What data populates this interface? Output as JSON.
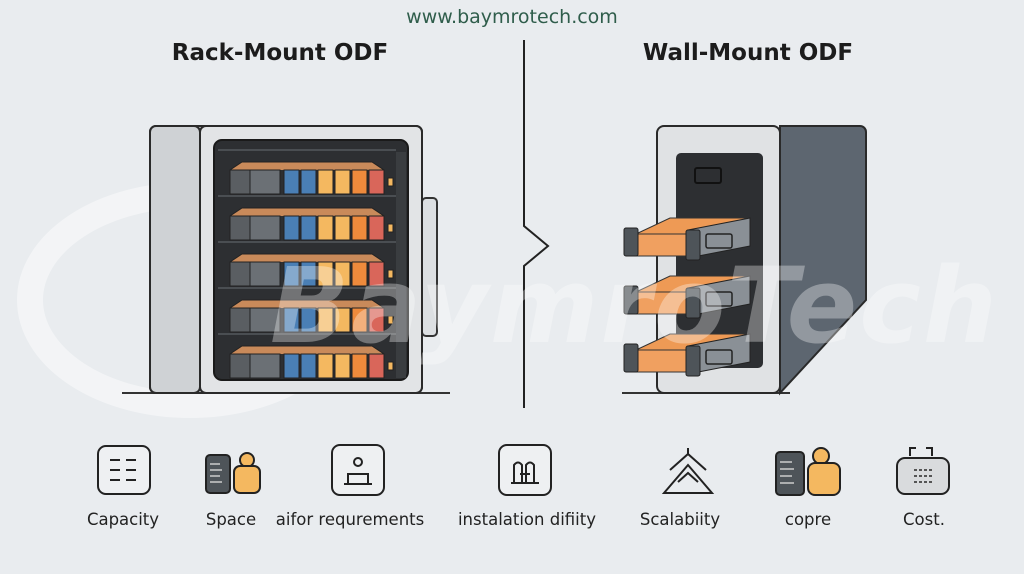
{
  "header": {
    "url": "www.baymrotech.com"
  },
  "left": {
    "title": "Rack-Mount ODF",
    "shelves": 5
  },
  "right": {
    "title": "Wall-Mount ODF",
    "drawers": 3
  },
  "watermark": "BaymroTech",
  "features": [
    {
      "label": "Capacity",
      "icon": "list-box-icon"
    },
    {
      "label": "Space",
      "icon": "server-person-icon"
    },
    {
      "label": "aifor requrements",
      "icon": "person-desk-icon"
    },
    {
      "label": "instalation difiity",
      "icon": "installation-box-icon"
    },
    {
      "label": "Scalabiity",
      "icon": "chevron-up-triangle-icon"
    },
    {
      "label": "copre",
      "icon": "server-person-icon"
    },
    {
      "label": "Cost.",
      "icon": "cost-device-icon"
    }
  ],
  "colors": {
    "background": "#e9ecef",
    "url": "#2f5d4b",
    "blue": "#4a7fb5",
    "yellow": "#f4b860",
    "orange": "#ee8a3c",
    "red": "#d9665a",
    "dark": "#2d2f32"
  }
}
